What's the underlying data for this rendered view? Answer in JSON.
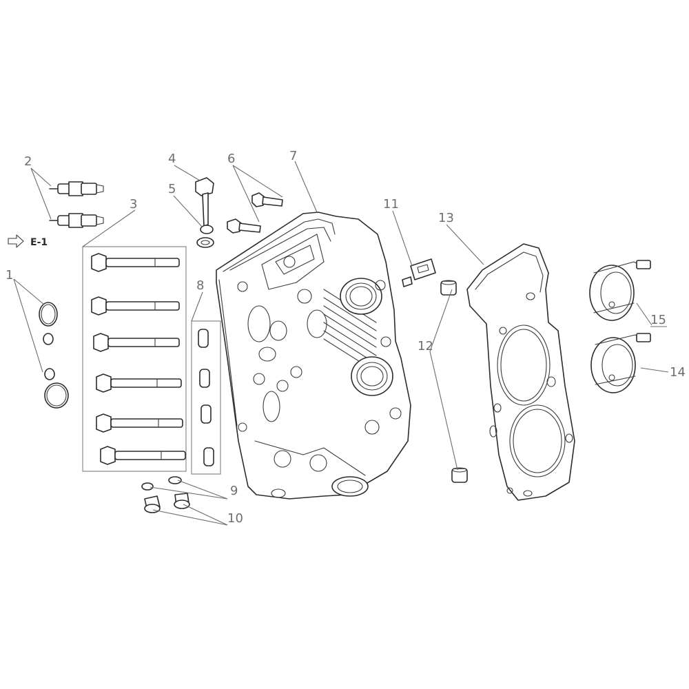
{
  "diagram": {
    "callouts": [
      {
        "id": "1",
        "label": "1"
      },
      {
        "id": "2",
        "label": "2"
      },
      {
        "id": "3",
        "label": "3"
      },
      {
        "id": "4",
        "label": "4"
      },
      {
        "id": "5",
        "label": "5"
      },
      {
        "id": "6",
        "label": "6"
      },
      {
        "id": "7",
        "label": "7"
      },
      {
        "id": "8",
        "label": "8"
      },
      {
        "id": "9",
        "label": "9"
      },
      {
        "id": "10",
        "label": "10"
      },
      {
        "id": "11",
        "label": "11"
      },
      {
        "id": "12",
        "label": "12"
      },
      {
        "id": "13",
        "label": "13"
      },
      {
        "id": "14",
        "label": "14"
      },
      {
        "id": "15",
        "label": "15"
      }
    ],
    "reference": {
      "label": "E-1",
      "icon": "arrow-right-outline-icon"
    }
  }
}
